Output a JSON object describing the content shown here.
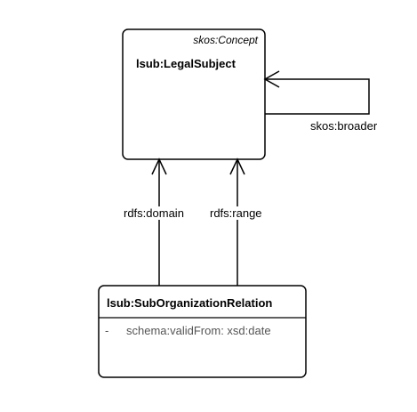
{
  "classes": {
    "legal_subject": {
      "stereotype": "skos:Concept",
      "name": "lsub:LegalSubject"
    },
    "sub_org_relation": {
      "name": "lsub:SubOrganizationRelation",
      "attributes": [
        {
          "visibility": "-",
          "text": "schema:validFrom: xsd:date"
        }
      ]
    }
  },
  "associations": {
    "broader": "skos:broader",
    "domain": "rdfs:domain",
    "range": "rdfs:range"
  }
}
